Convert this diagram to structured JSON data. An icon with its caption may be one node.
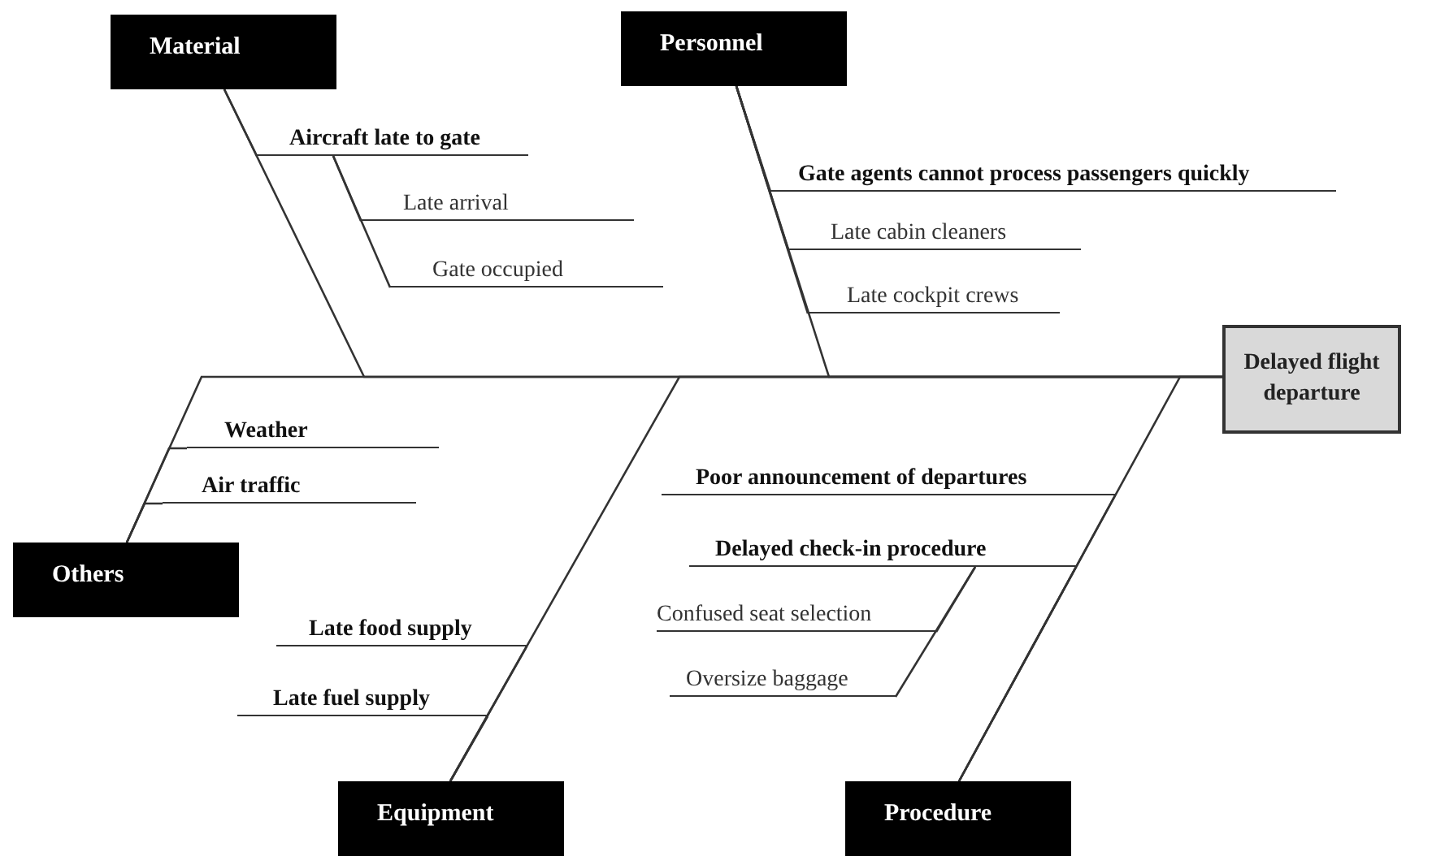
{
  "diagram": {
    "nodes": [
      {
        "text": [
          "Material"
        ]
      },
      {
        "text": [
          "Aircraft late to gate"
        ]
      },
      {
        "text": [
          "Late arrival"
        ]
      },
      {
        "text": [
          "Gate occupied"
        ]
      },
      {
        "text": [
          "Personnel"
        ]
      },
      {
        "text": [
          "Gate agents cannot process passengers quickly"
        ]
      },
      {
        "text": [
          "Late cabin cleaners"
        ]
      },
      {
        "text": [
          "Late cockpit crews"
        ]
      },
      {
        "text": [
          "Delayed flight departure"
        ]
      },
      {
        "text": [
          "Others"
        ]
      },
      {
        "text": [
          "Weather"
        ]
      },
      {
        "text": [
          "Air traffic"
        ]
      },
      {
        "text": [
          "Equipment"
        ]
      },
      {
        "text": [
          "Late food supply"
        ]
      },
      {
        "text": [
          "Late fuel supply"
        ]
      },
      {
        "text": [
          "Procedure"
        ]
      },
      {
        "text": [
          "Poor announcement of departures"
        ]
      },
      {
        "text": [
          "Delayed check-in procedure"
        ]
      },
      {
        "text": [
          "Confused seat selection"
        ]
      },
      {
        "text": [
          "Oversize baggage"
        ]
      }
    ],
    "edges": [
      {
        "from": 0,
        "to": 8,
        "arrow": "none"
      },
      {
        "from": 4,
        "to": 8,
        "arrow": "none"
      },
      {
        "from": 9,
        "to": 8,
        "arrow": "none"
      },
      {
        "from": 12,
        "to": 8,
        "arrow": "none"
      },
      {
        "from": 15,
        "to": 8,
        "arrow": "none"
      },
      {
        "from": 1,
        "to": 0,
        "arrow": "none"
      },
      {
        "from": 2,
        "to": 1,
        "arrow": "none"
      },
      {
        "from": 3,
        "to": 1,
        "arrow": "none"
      },
      {
        "from": 5,
        "to": 4,
        "arrow": "none"
      },
      {
        "from": 6,
        "to": 4,
        "arrow": "none"
      },
      {
        "from": 7,
        "to": 4,
        "arrow": "none"
      },
      {
        "from": 10,
        "to": 9,
        "arrow": "none"
      },
      {
        "from": 11,
        "to": 9,
        "arrow": "none"
      },
      {
        "from": 13,
        "to": 12,
        "arrow": "none"
      },
      {
        "from": 14,
        "to": 12,
        "arrow": "none"
      },
      {
        "from": 16,
        "to": 15,
        "arrow": "none"
      },
      {
        "from": 17,
        "to": 15,
        "arrow": "none"
      },
      {
        "from": 18,
        "to": 17,
        "arrow": "none"
      },
      {
        "from": 19,
        "to": 17,
        "arrow": "none"
      }
    ]
  }
}
